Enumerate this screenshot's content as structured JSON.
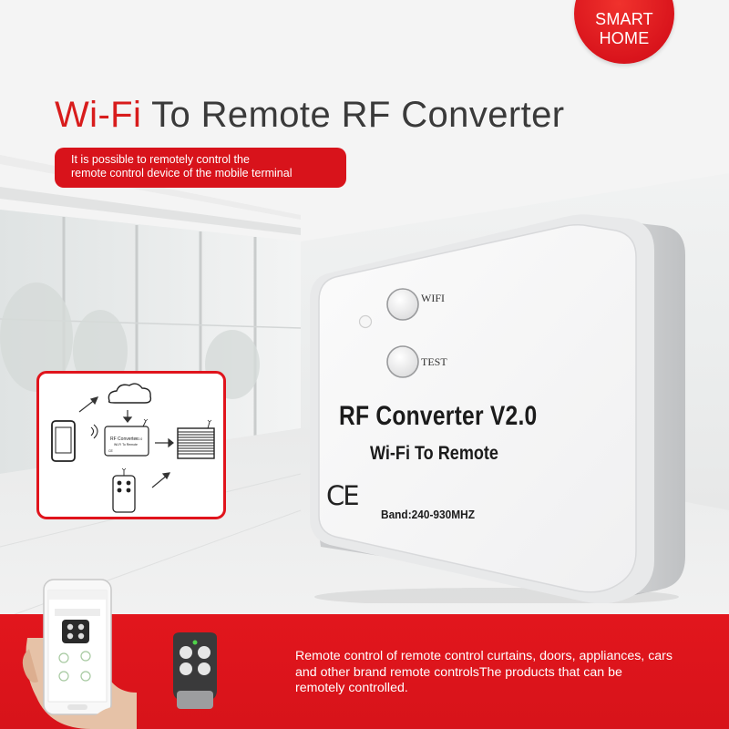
{
  "badge": {
    "line1": "SMART",
    "line2": "HOME"
  },
  "headline": {
    "part_red": "Wi-Fi",
    "part_dark": " To Remote RF Converter"
  },
  "subtitle": {
    "line1": "It is possible to remotely control the",
    "line2": "remote control device of the mobile terminal"
  },
  "device": {
    "title": "RF Converter  V2.0",
    "subtitle": "Wi-Fi To Remote",
    "band": "Band:240-930MHZ",
    "wifi_label": "WIFI",
    "test_label": "TEST",
    "ce_mark": "CE"
  },
  "diagram": {
    "box_title": "RF Converter",
    "box_version": "V2.0",
    "box_subtitle": "Wi-Fi To Remote",
    "box_ce": "CE"
  },
  "bottom": {
    "line1": "Remote control of remote control curtains, doors, appliances, cars",
    "line2": "and other brand remote controlsThe products that can be",
    "line3": "remotely controlled."
  },
  "colors": {
    "brand_red": "#d8131b",
    "headline_dark": "#3a3a3a",
    "device_body": "#f4f4f5"
  }
}
